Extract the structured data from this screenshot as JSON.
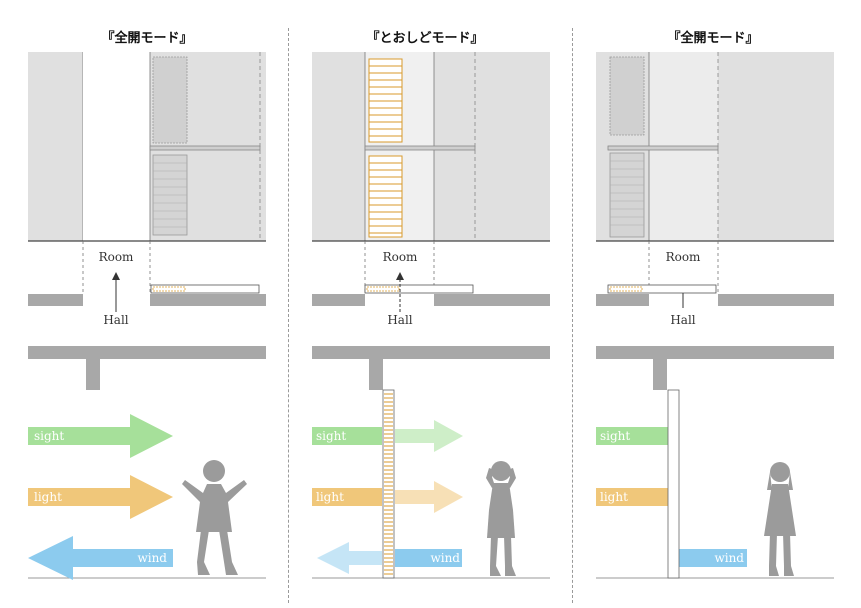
{
  "panels": [
    {
      "title": "『全開モード』",
      "mode": "open",
      "plan_labels": {
        "room": "Room",
        "hall": "Hall"
      },
      "arrows": {
        "sight": "sight",
        "light": "light",
        "wind": "wind"
      }
    },
    {
      "title": "『とおしどモード』",
      "mode": "louver",
      "plan_labels": {
        "room": "Room",
        "hall": "Hall"
      },
      "arrows": {
        "sight": "sight",
        "light": "light",
        "wind": "wind"
      }
    },
    {
      "title": "『全開モード』",
      "mode": "closed",
      "plan_labels": {
        "room": "Room",
        "hall": "Hall"
      },
      "arrows": {
        "sight": "sight",
        "light": "light",
        "wind": "wind"
      }
    }
  ],
  "colors": {
    "wall": "#e0e0e0",
    "floor": "#a8a8a8",
    "louver": "#d99a2b",
    "sight": "#a6e09a",
    "light": "#f0c77a",
    "wind": "#8ccbee",
    "person": "#9b9b9b"
  }
}
